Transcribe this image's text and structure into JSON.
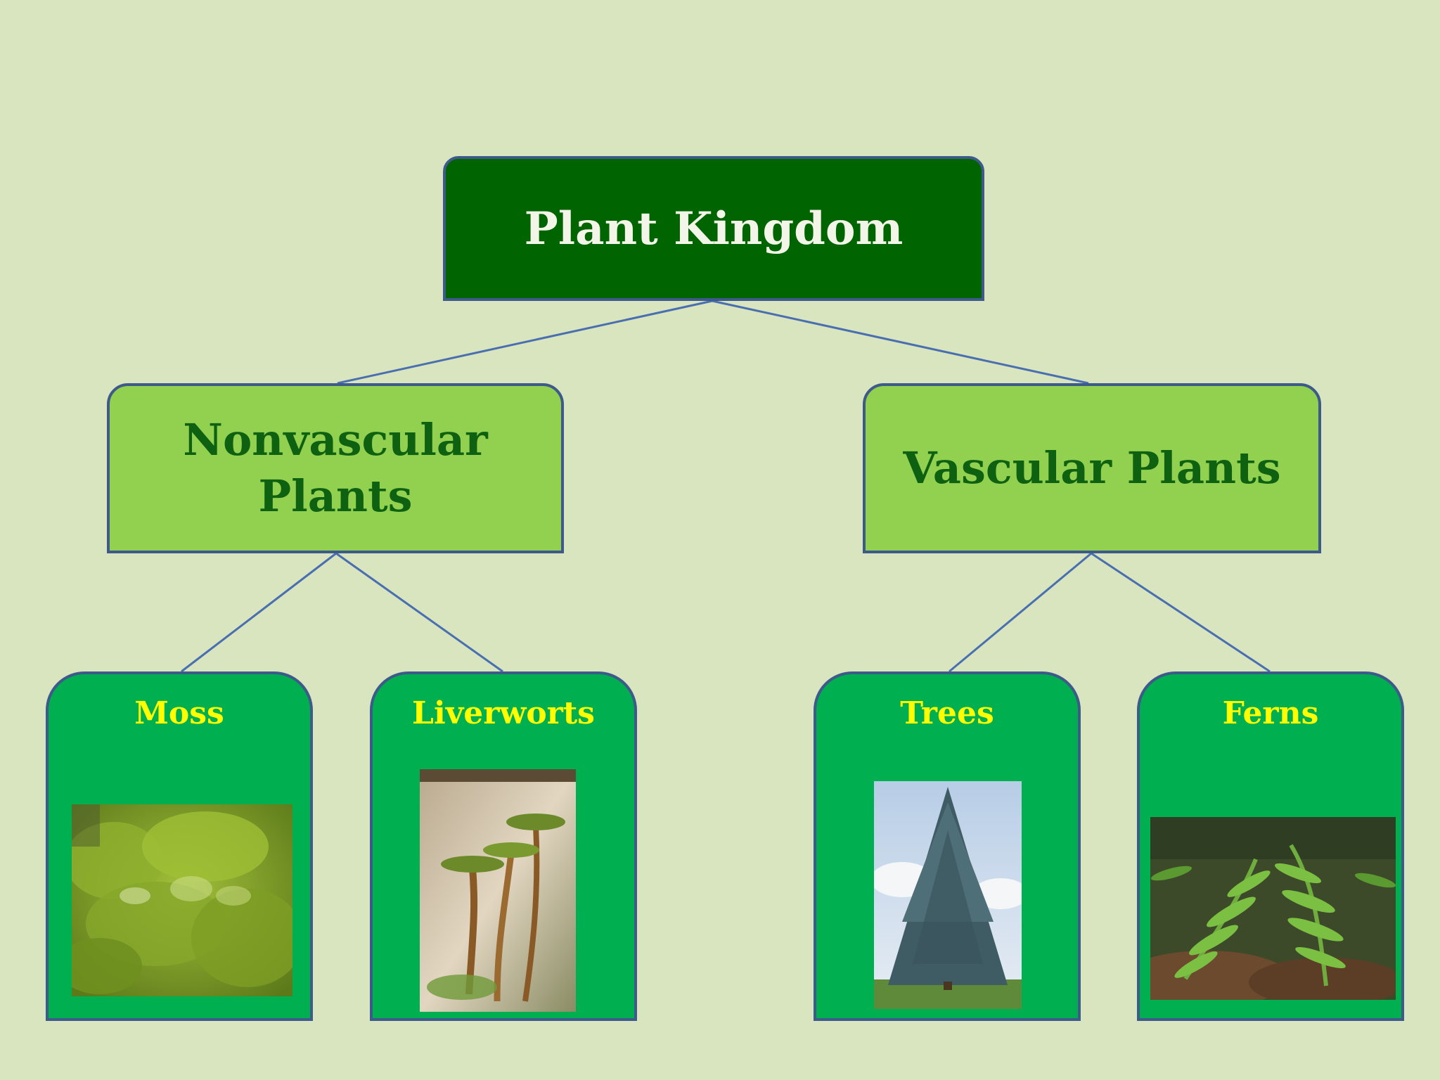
{
  "diagram": {
    "root": {
      "label": "Plant Kingdom"
    },
    "groups": [
      {
        "label": "Nonvascular Plants"
      },
      {
        "label": "Vascular Plants"
      }
    ],
    "leaves": [
      {
        "label": "Moss",
        "image": "moss-photo"
      },
      {
        "label": "Liverworts",
        "image": "liverworts-photo"
      },
      {
        "label": "Trees",
        "image": "tree-photo"
      },
      {
        "label": "Ferns",
        "image": "ferns-photo"
      }
    ]
  },
  "colors": {
    "background": "#d9e5bf",
    "root_fill": "#006400",
    "group_fill": "#92d050",
    "leaf_fill": "#00b050",
    "leaf_text": "#ffff00",
    "connector": "#4a6fb0"
  }
}
